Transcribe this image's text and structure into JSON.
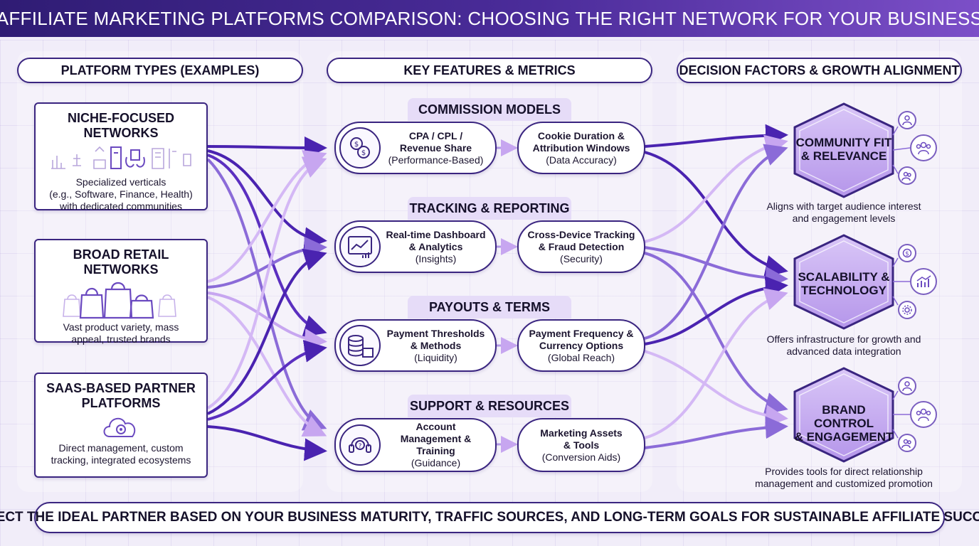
{
  "title": "AFFILIATE MARKETING PLATFORMS COMPARISON: CHOOSING THE RIGHT NETWORK FOR YOUR BUSINESS",
  "columns": {
    "platforms": "PLATFORM TYPES (EXAMPLES)",
    "features": "KEY FEATURES & METRICS",
    "decisions": "DECISION FACTORS & GROWTH ALIGNMENT"
  },
  "platforms": [
    {
      "title": "NICHE-FOCUSED NETWORKS",
      "desc": [
        "Specialized verticals",
        "(e.g., Software, Finance, Health)",
        "with dedicated communities"
      ]
    },
    {
      "title": "BROAD RETAIL NETWORKS",
      "desc": [
        "Vast product variety, mass",
        "appeal, trusted brands"
      ]
    },
    {
      "title": [
        "SAAS-BASED PARTNER",
        "PLATFORMS"
      ],
      "desc": [
        "Direct management, custom",
        "tracking, integrated ecosystems"
      ]
    }
  ],
  "features": [
    {
      "group": "COMMISSION MODELS",
      "primary": {
        "title": [
          "CPA / CPL /",
          "Revenue Share"
        ],
        "sub": "(Performance-Based)"
      },
      "secondary": {
        "title": [
          "Cookie Duration &",
          "Attribution Windows"
        ],
        "sub": "(Data Accuracy)"
      }
    },
    {
      "group": "TRACKING & REPORTING",
      "primary": {
        "title": [
          "Real-time Dashboard",
          "& Analytics"
        ],
        "sub": "(Insights)"
      },
      "secondary": {
        "title": [
          "Cross-Device Tracking",
          "& Fraud Detection"
        ],
        "sub": "(Security)"
      }
    },
    {
      "group": "PAYOUTS & TERMS",
      "primary": {
        "title": [
          "Payment Thresholds",
          "& Methods"
        ],
        "sub": "(Liquidity)"
      },
      "secondary": {
        "title": [
          "Payment Frequency &",
          "Currency Options"
        ],
        "sub": "(Global Reach)"
      }
    },
    {
      "group": "SUPPORT & RESOURCES",
      "primary": {
        "title": [
          "Account",
          "Management &",
          "Training"
        ],
        "sub": "(Guidance)"
      },
      "secondary": {
        "title": [
          "Marketing Assets",
          "& Tools"
        ],
        "sub": "(Conversion Aids)"
      }
    }
  ],
  "decisions": [
    {
      "title": [
        "COMMUNITY FIT",
        "& RELEVANCE"
      ],
      "desc": [
        "Aligns with target audience interest",
        "and engagement levels"
      ]
    },
    {
      "title": [
        "SCALABILITY &",
        "TECHNOLOGY"
      ],
      "desc": [
        "Offers infrastructure for growth and",
        "advanced data integration"
      ]
    },
    {
      "title": [
        "BRAND CONTROL",
        "& ENGAGEMENT"
      ],
      "desc": [
        "Provides tools for direct relationship",
        "management and customized promotion"
      ]
    }
  ],
  "footer": "SELECT THE IDEAL PARTNER BASED ON YOUR BUSINESS MATURITY, TRAFFIC SOURCES, AND LONG-TERM GOALS FOR SUSTAINABLE AFFILIATE SUCCESS",
  "colors": {
    "dark_purple": "#3a2580",
    "mid_purple": "#6b3fd0",
    "light_purple": "#c7a6f0",
    "title_bg": "#2f1c74"
  },
  "icons": {
    "platforms": [
      "analytics-icon",
      "shopping-bags-icon",
      "cloud-gear-icon"
    ],
    "features": [
      "currency-exchange-icon",
      "dashboard-icon",
      "coins-calendar-icon",
      "headset-support-icon"
    ],
    "decisions": [
      "community-hexagon-icon",
      "technology-hexagon-icon",
      "brand-hexagon-icon"
    ]
  }
}
